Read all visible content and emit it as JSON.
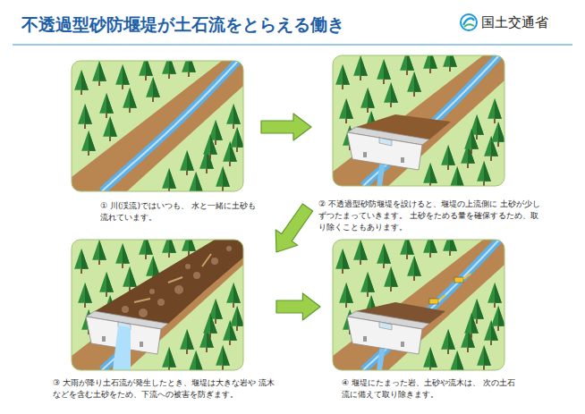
{
  "diagram": {
    "title": "不透過型砂防堰堤が土石流をとらえる働き",
    "nodes": [
      {
        "text": [
          "① 川(渓流)ではいつも、 水と一緒に土砂も流れています。"
        ]
      },
      {
        "text": [
          "② 不透過型砂防堰堤を設けると、堰堤の上流側に 土砂が少しずつたまっていきます。 土砂をためる量を確保するため、取り除くこともあります。"
        ]
      },
      {
        "text": [
          "③ 大雨が降り土石流が発生したとき、堰堤は大きな岩や 流木などを含む土砂をため、下流への被害を防ぎます。"
        ]
      },
      {
        "text": [
          "④ 堰堤にたまった岩、土砂や流木は、 次の土石流に備えて取り除きます。"
        ]
      }
    ],
    "edges": [
      {
        "from": 0,
        "to": 1,
        "arrow": "to"
      },
      {
        "from": 1,
        "to": 2,
        "arrow": "to"
      },
      {
        "from": 2,
        "to": 3,
        "arrow": "to"
      }
    ],
    "labels": [
      "国土交通省"
    ]
  }
}
